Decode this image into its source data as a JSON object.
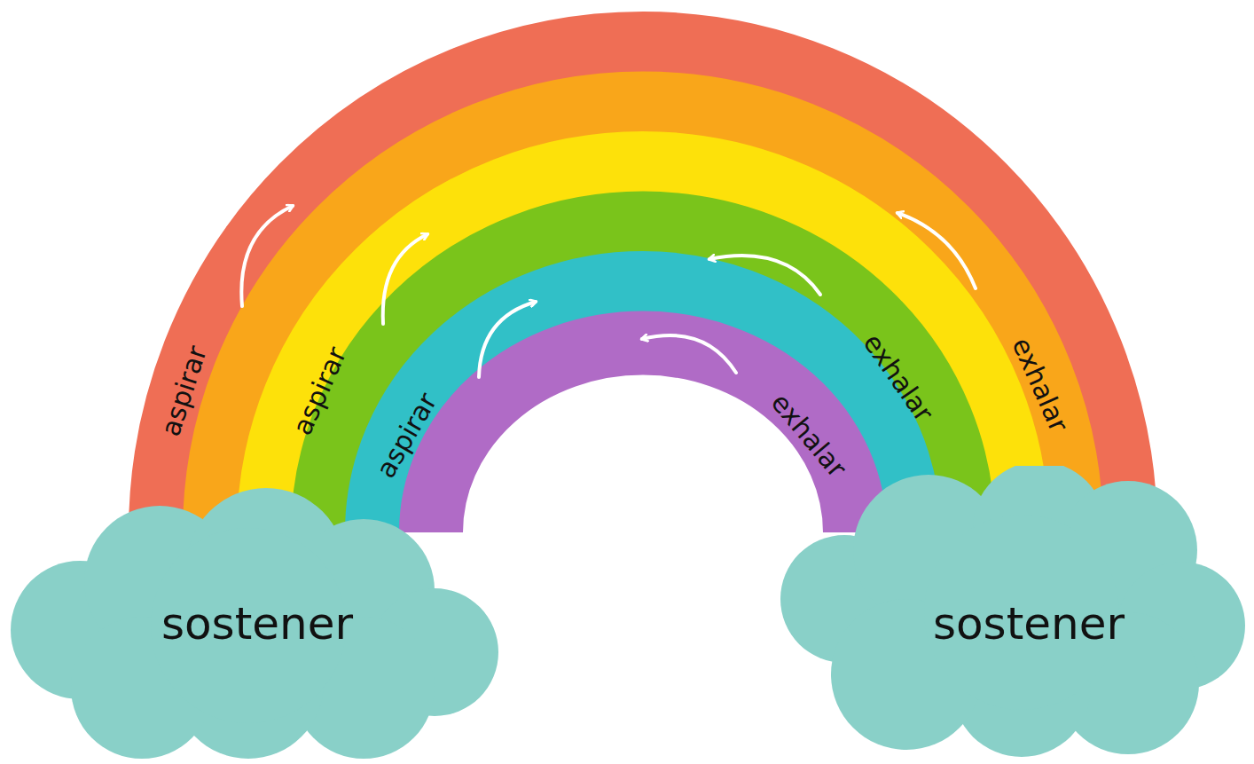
{
  "diagram": {
    "nodes": [
      {
        "text": [
          "sostener"
        ]
      },
      {
        "text": [
          "sostener"
        ]
      }
    ],
    "labels": [
      "aspirar",
      "aspirar",
      "aspirar",
      "exhalar",
      "exhalar",
      "exhalar"
    ]
  }
}
